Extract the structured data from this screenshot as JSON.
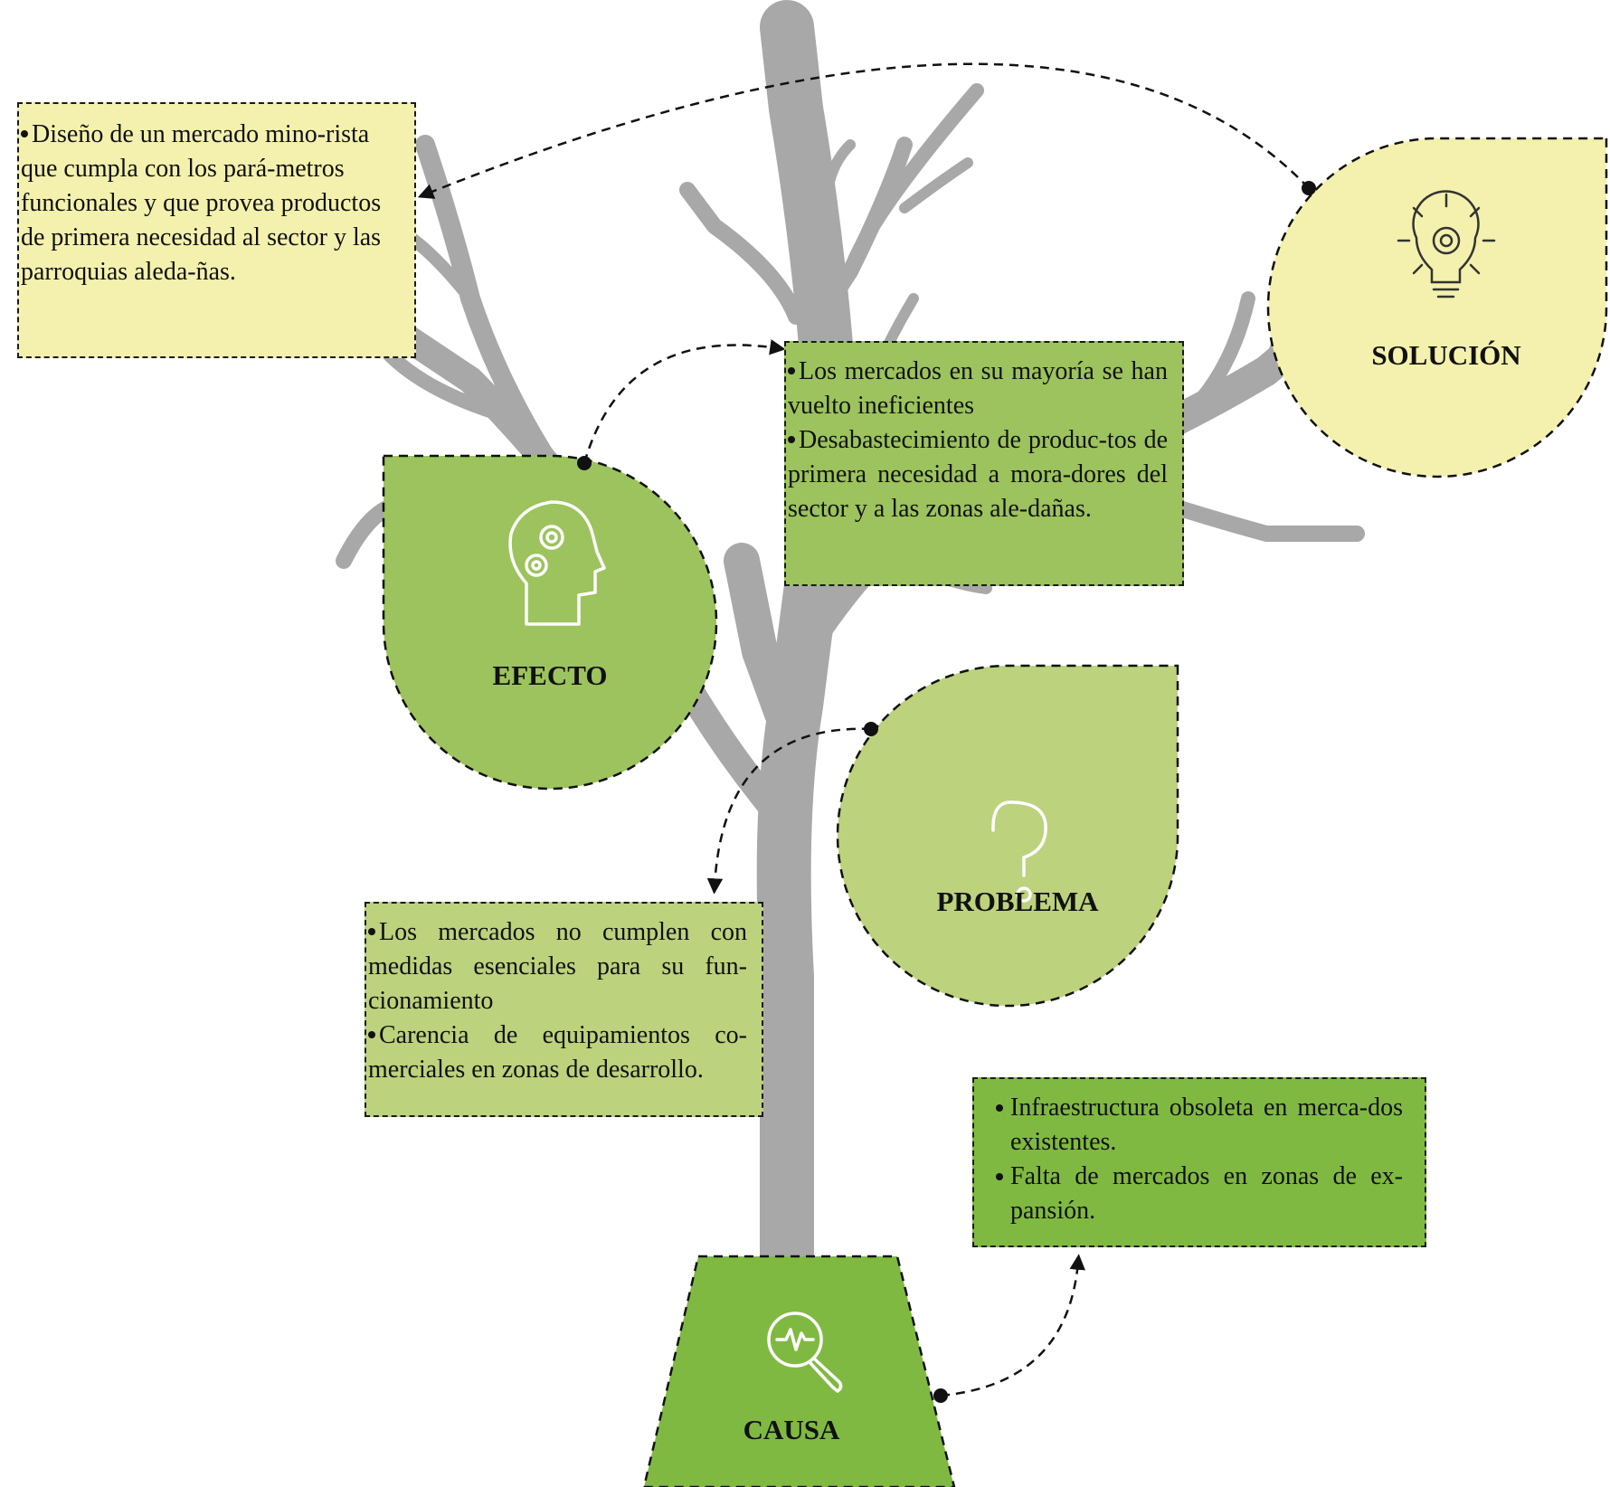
{
  "nodes": {
    "solucion": {
      "label": "SOLUCIÓN",
      "icon": "lightbulb-gear-icon",
      "color": "#f3f1ad"
    },
    "efecto": {
      "label": "EFECTO",
      "icon": "head-gears-icon",
      "color": "#9cc35d"
    },
    "problema": {
      "label": "PROBLEMA",
      "icon": "question-mark-icon",
      "color": "#bcd27d"
    },
    "causa": {
      "label": "CAUSA",
      "icon": "magnifier-pulse-icon",
      "color": "#80b942"
    }
  },
  "boxes": {
    "solucion": {
      "items": [
        "Diseño de un mercado mino-rista que cumpla con los pará-metros funcionales y que provea productos de primera necesidad al sector y las parroquias aleda-ñas."
      ]
    },
    "efecto": {
      "items": [
        "Los mercados en su mayoría se han vuelto ineficientes",
        "Desabastecimiento de produc-tos de primera necesidad a mora-dores del sector y a las zonas ale-dañas."
      ]
    },
    "problema": {
      "items": [
        "Los mercados no cumplen con medidas esenciales para su fun-cionamiento",
        "Carencia de equipamientos co-merciales en zonas de desarrollo."
      ]
    },
    "causa": {
      "items": [
        "Infraestructura obsoleta en merca-dos existentes.",
        "Falta de mercados en zonas de ex-pansión."
      ]
    }
  },
  "colors": {
    "tree": "#a8a8a8",
    "box_yellow": "#f3f1ad",
    "box_green": "#9cc35d",
    "box_lightgreen": "#bcd27d",
    "box_darkgreen": "#80b942"
  }
}
